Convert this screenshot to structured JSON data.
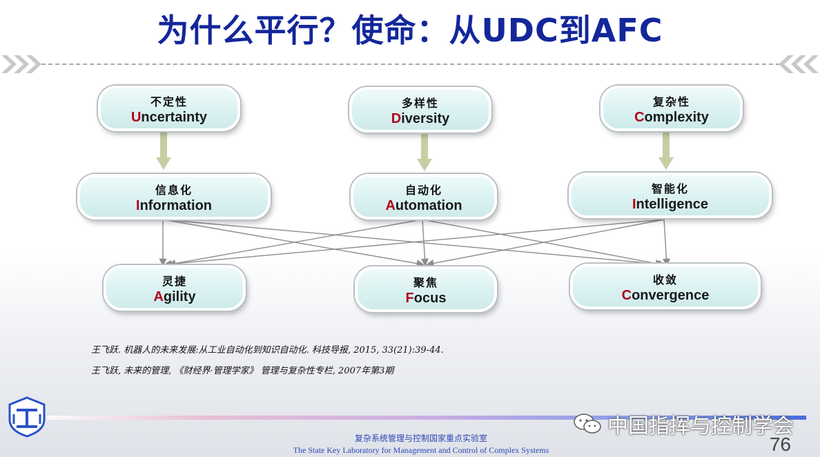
{
  "title": "为什么平行？使命：从UDC到AFC",
  "row1": [
    {
      "zh": "不定性",
      "initial": "U",
      "rest": "ncertainty"
    },
    {
      "zh": "多样性",
      "initial": "D",
      "rest": "iversity"
    },
    {
      "zh": "复杂性",
      "initial": "C",
      "rest": "omplexity"
    }
  ],
  "row2": [
    {
      "zh": "信息化",
      "initial": "I",
      "rest": "nformation"
    },
    {
      "zh": "自动化",
      "initial": "A",
      "rest": "utomation"
    },
    {
      "zh": "智能化",
      "initial": "I",
      "rest": "ntelligence"
    }
  ],
  "row3": [
    {
      "zh": "灵捷",
      "initial": "A",
      "rest": "gility"
    },
    {
      "zh": "聚焦",
      "initial": "F",
      "rest": "ocus"
    },
    {
      "zh": "收敛",
      "initial": "C",
      "rest": "onvergence"
    }
  ],
  "references": [
    "王飞跃. 机器人的未来发展:从工业自动化到知识自动化. 科技导报, 2015, 33(21):39-44.",
    "王飞跃, 未来的管理, 《财经界·管理学家》 管理与复杂性专栏, 2007年第3期"
  ],
  "watermark": "中国指挥与控制学会",
  "page_number": "76",
  "lab_zh": "复杂系统管理与控制国家重点实验室",
  "lab_en": "The State Key Laboratory for Management and Control of Complex Systems",
  "colors": {
    "title": "#13279a",
    "initial": "#b3001b",
    "arrow": "#c5cfa3",
    "node_fill": "#d9f1f1"
  }
}
